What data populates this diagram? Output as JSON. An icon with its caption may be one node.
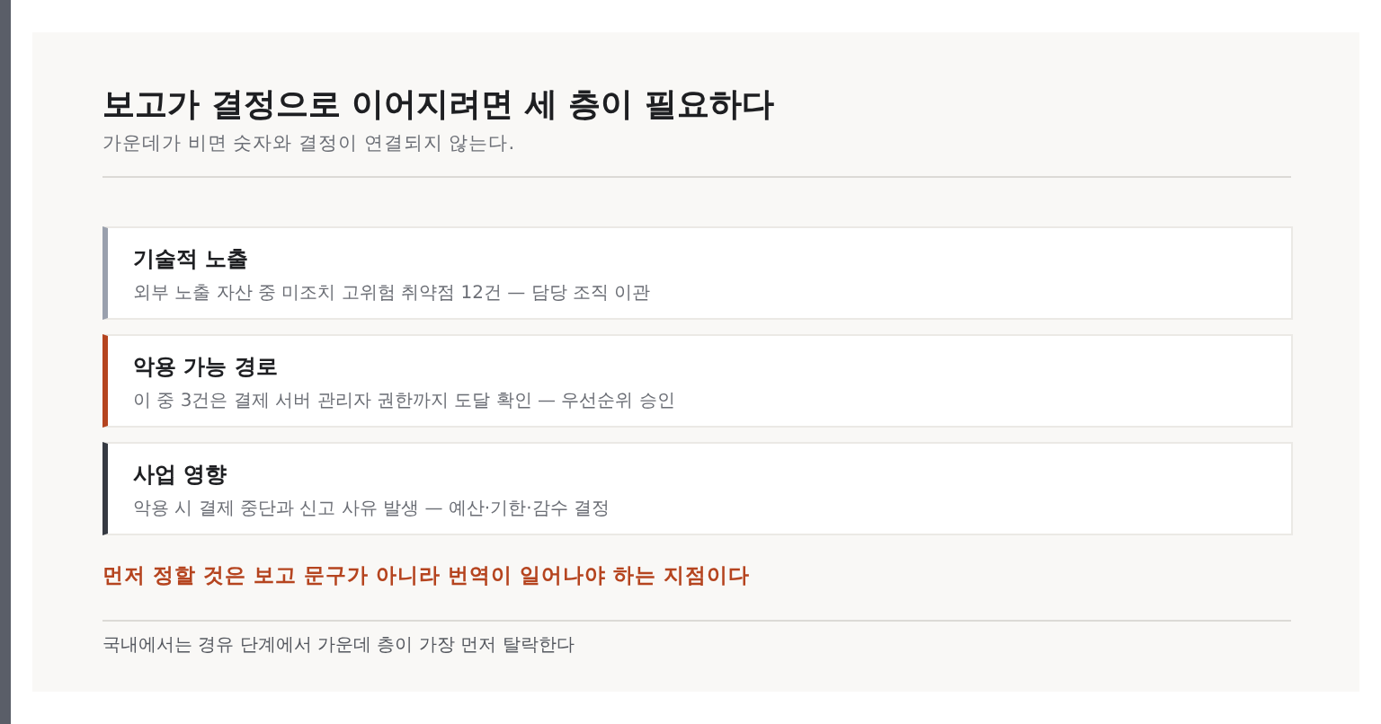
{
  "diagram": {
    "title": "보고가 결정으로 이어지려면 세 층이 필요하다",
    "nodes": [
      {
        "text": [
          "기술적 노출",
          "외부 노출 자산 중 미조치 고위험 취약점 12건 — 담당 조직 이관"
        ]
      },
      {
        "text": [
          "악용 가능 경로",
          "이 중 3건은 결제 서버 관리자 권한까지 도달 확인 — 우선순위 승인"
        ]
      },
      {
        "text": [
          "사업 영향",
          "악용 시 결제 중단과 신고 사유 발생 — 예산·기한·감수 결정"
        ]
      }
    ],
    "labels": [
      "가운데가 비면 숫자와 결정이 연결되지 않는다.",
      "먼저 정할 것은 보고 문구가 아니라 번역이 일어나야 하는 지점이다",
      "국내에서는 경유 단계에서 가운데 층이 가장 먼저 탈락한다"
    ]
  }
}
